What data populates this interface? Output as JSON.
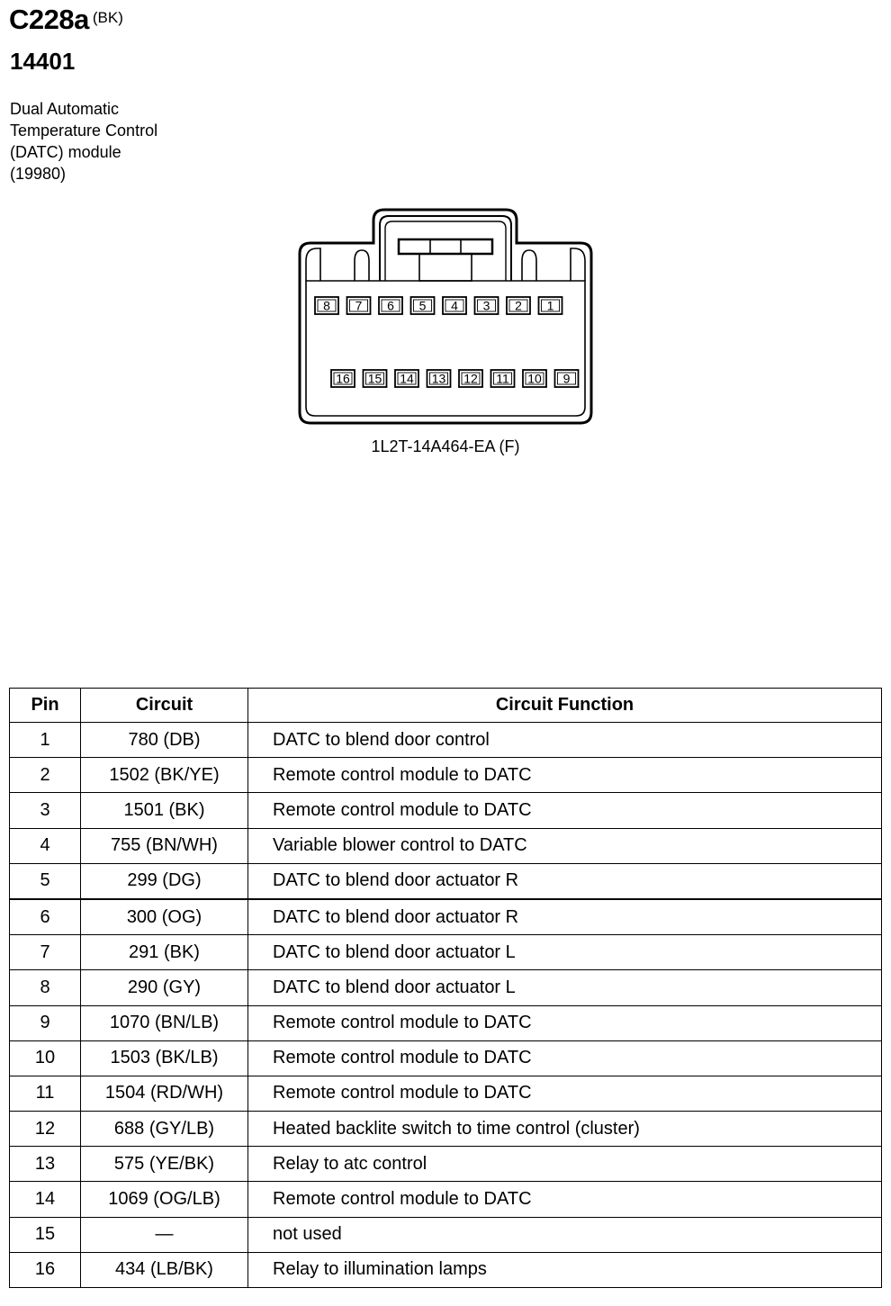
{
  "header": {
    "connector_id": "C228a",
    "connector_color": "(BK)",
    "part_number": "14401",
    "description_lines": [
      "Dual Automatic",
      "Temperature Control",
      "(DATC) module",
      "(19980)"
    ]
  },
  "connector": {
    "label": "1L2T-14A464-EA (F)",
    "top_row_pins": [
      "8",
      "7",
      "6",
      "5",
      "4",
      "3",
      "2",
      "1"
    ],
    "bottom_row_pins": [
      "16",
      "15",
      "14",
      "13",
      "12",
      "11",
      "10",
      "9"
    ]
  },
  "table": {
    "headers": {
      "pin": "Pin",
      "circuit": "Circuit",
      "function": "Circuit Function"
    },
    "rows": [
      {
        "pin": "1",
        "circuit": "780 (DB)",
        "function": "DATC to blend door control"
      },
      {
        "pin": "2",
        "circuit": "1502 (BK/YE)",
        "function": "Remote control module to DATC"
      },
      {
        "pin": "3",
        "circuit": "1501 (BK)",
        "function": "Remote control module to DATC"
      },
      {
        "pin": "4",
        "circuit": "755 (BN/WH)",
        "function": "Variable blower control to DATC"
      },
      {
        "pin": "5",
        "circuit": "299 (DG)",
        "function": "DATC to blend door actuator R"
      },
      {
        "pin": "6",
        "circuit": "300 (OG)",
        "function": "DATC to blend door actuator R"
      },
      {
        "pin": "7",
        "circuit": "291 (BK)",
        "function": "DATC to blend door actuator L"
      },
      {
        "pin": "8",
        "circuit": "290 (GY)",
        "function": "DATC to blend door actuator L"
      },
      {
        "pin": "9",
        "circuit": "1070 (BN/LB)",
        "function": "Remote control module to DATC"
      },
      {
        "pin": "10",
        "circuit": "1503 (BK/LB)",
        "function": "Remote control module to DATC"
      },
      {
        "pin": "11",
        "circuit": "1504 (RD/WH)",
        "function": "Remote control module to DATC"
      },
      {
        "pin": "12",
        "circuit": "688 (GY/LB)",
        "function": "Heated backlite switch to time control (cluster)"
      },
      {
        "pin": "13",
        "circuit": "575 (YE/BK)",
        "function": "Relay to atc control"
      },
      {
        "pin": "14",
        "circuit": "1069 (OG/LB)",
        "function": "Remote control module to DATC"
      },
      {
        "pin": "15",
        "circuit": "—",
        "function": "not used"
      },
      {
        "pin": "16",
        "circuit": "434 (LB/BK)",
        "function": "Relay to illumination lamps"
      }
    ]
  }
}
